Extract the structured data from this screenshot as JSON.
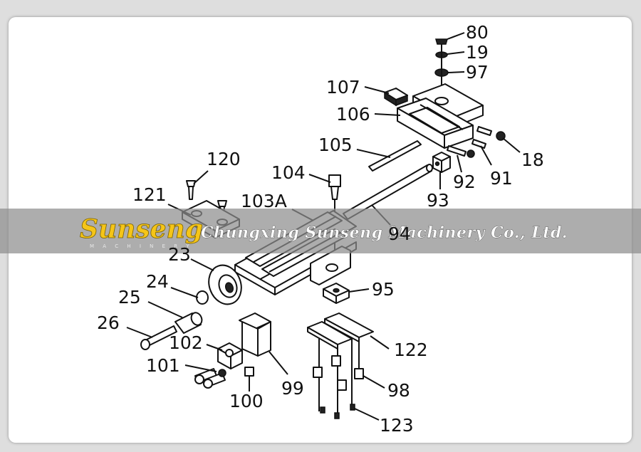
{
  "parts": [
    "80",
    "19",
    "97",
    "107",
    "106",
    "105",
    "18",
    "91",
    "92",
    "104",
    "93",
    "120",
    "121",
    "103A",
    "94",
    "23",
    "24",
    "25",
    "95",
    "26",
    "102",
    "122",
    "101",
    "99",
    "98",
    "100",
    "123"
  ],
  "watermark": {
    "brand": "Sunseng",
    "company": "Chungxing Sunseng Machinery Co., Ltd."
  }
}
